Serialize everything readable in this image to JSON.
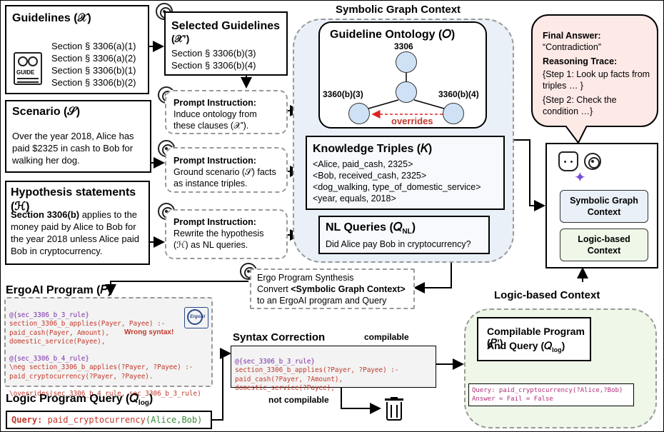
{
  "guidelines": {
    "title": "Guidelines (𝒳)",
    "icon_label": "GUIDE",
    "items": [
      "Section § 3306(a)(1)",
      "Section § 3306(a)(2)",
      "Section § 3306(b)(1)",
      "Section § 3306(b)(2)"
    ]
  },
  "selected": {
    "title": "Selected Guidelines",
    "subtitle": "(𝒳’)",
    "items": [
      "Section § 3306(b)(3)",
      "Section § 3306(b)(4)"
    ]
  },
  "scenario": {
    "title": "Scenario (𝒮)",
    "body": "Over the year 2018, Alice has paid $2325 in cash to Bob for walking her dog."
  },
  "hypothesis": {
    "title": "Hypothesis statements (ℋ)",
    "lead": "Section 3306(b)",
    "body": " applies to the money paid by Alice to Bob for the year 2018 unless Alice paid Bob in cryptocurrency."
  },
  "prompts": [
    {
      "title": "Prompt Instruction:",
      "body": "Induce ontology from these clauses (𝒳’)."
    },
    {
      "title": "Prompt Instruction:",
      "body": "Ground scenario (𝒮) facts as instance triples."
    },
    {
      "title": "Prompt Instruction:",
      "body": "Rewrite the hypothesis (ℋ) as NL queries."
    }
  ],
  "sgc": {
    "title": "Symbolic Graph Context",
    "ontology_title": "Guideline Ontology (𝑂)",
    "node_top": "3306",
    "node_left": "3360(b)(3)",
    "node_right": "3360(b)(4)",
    "overrides": "overrides",
    "triples_title": "Knowledge Triples (𝐾)",
    "triples": [
      "<Alice, paid_cash, 2325>",
      "<Bob, received_cash, 2325>",
      "<dog_walking, type_of_domestic_service>",
      "<year, equals, 2018>"
    ],
    "queries_title": "NL Queries (𝑄",
    "queries_sub": "NL",
    "queries_close": ")",
    "query": "Did Alice pay Bob in cryptocurrency?"
  },
  "final": {
    "title": "Final Answer:",
    "answer": "“Contradiction”",
    "trace_title": "Reasoning Trace:",
    "step1": "{Step 1: Look up facts from triples … }",
    "step2": "{Step 2: Check the condition …}"
  },
  "agent": {
    "sgc_label": "Symbolic Graph Context",
    "logic_label": "Logic-based Context"
  },
  "ergo_synth": {
    "title": "Ergo Program Synthesis",
    "line1": "Convert ",
    "line1b": "<Symbolic Graph Context>",
    "line2": "to an ErgoAI program and Query"
  },
  "ergo_program": {
    "title": "ErgoAI Program (𝑃)",
    "logo": "ErgoAI",
    "wrong": "Wrong syntax!",
    "lines": [
      "@{sec_3306_b_3_rule}",
      "section_3306_b_applies(Payer, Payee) :-",
      "paid_cash(Payer, Amount),",
      "domestic_service(Payee),",
      "",
      "@{sec_3306_b_4_rule}",
      "\\neg section_3306_b_applies(?Payer, ?Payee) :-",
      "paid_cryptocurrency(?Payer, ?Payee).",
      "",
      "\\overrides(sec_3306_b_4_rule, sec_3306_b_3_rule)"
    ]
  },
  "lpq": {
    "title": "Logic Program Query (𝑄",
    "sub": "log",
    "close": ")",
    "query_kw": "Query:",
    "query_fn": "paid_cryptocurrency",
    "query_args": "(Alice,Bob)"
  },
  "syntax": {
    "title": "Syntax Correction",
    "compilable": "compilable",
    "not_compilable": "not compilable",
    "lines": [
      "@{sec_3306_b_3_rule}",
      "section_3306_b_applies(?Payer, ?Payee) :-",
      "paid_cash(?Payer, ?Amount),",
      "domestic_service(?Payee),"
    ]
  },
  "lbc": {
    "title": "Logic-based Context",
    "box_title1": "Compilable Program (𝑃’)",
    "box_title2": "And Query (𝑄",
    "box_sub": "log",
    "box_close": ")",
    "query_line": "Query: paid_cryptocurrency(?Alice,?Bob)",
    "answer_line": "Answer = Fail = False"
  },
  "colors": {
    "sgc_bg": "#eaf0f7",
    "lbc_bg": "#eef7e8",
    "bubble_bg": "#fde9e6",
    "node_fill": "#cfe2f5",
    "red": "#c0392b"
  }
}
